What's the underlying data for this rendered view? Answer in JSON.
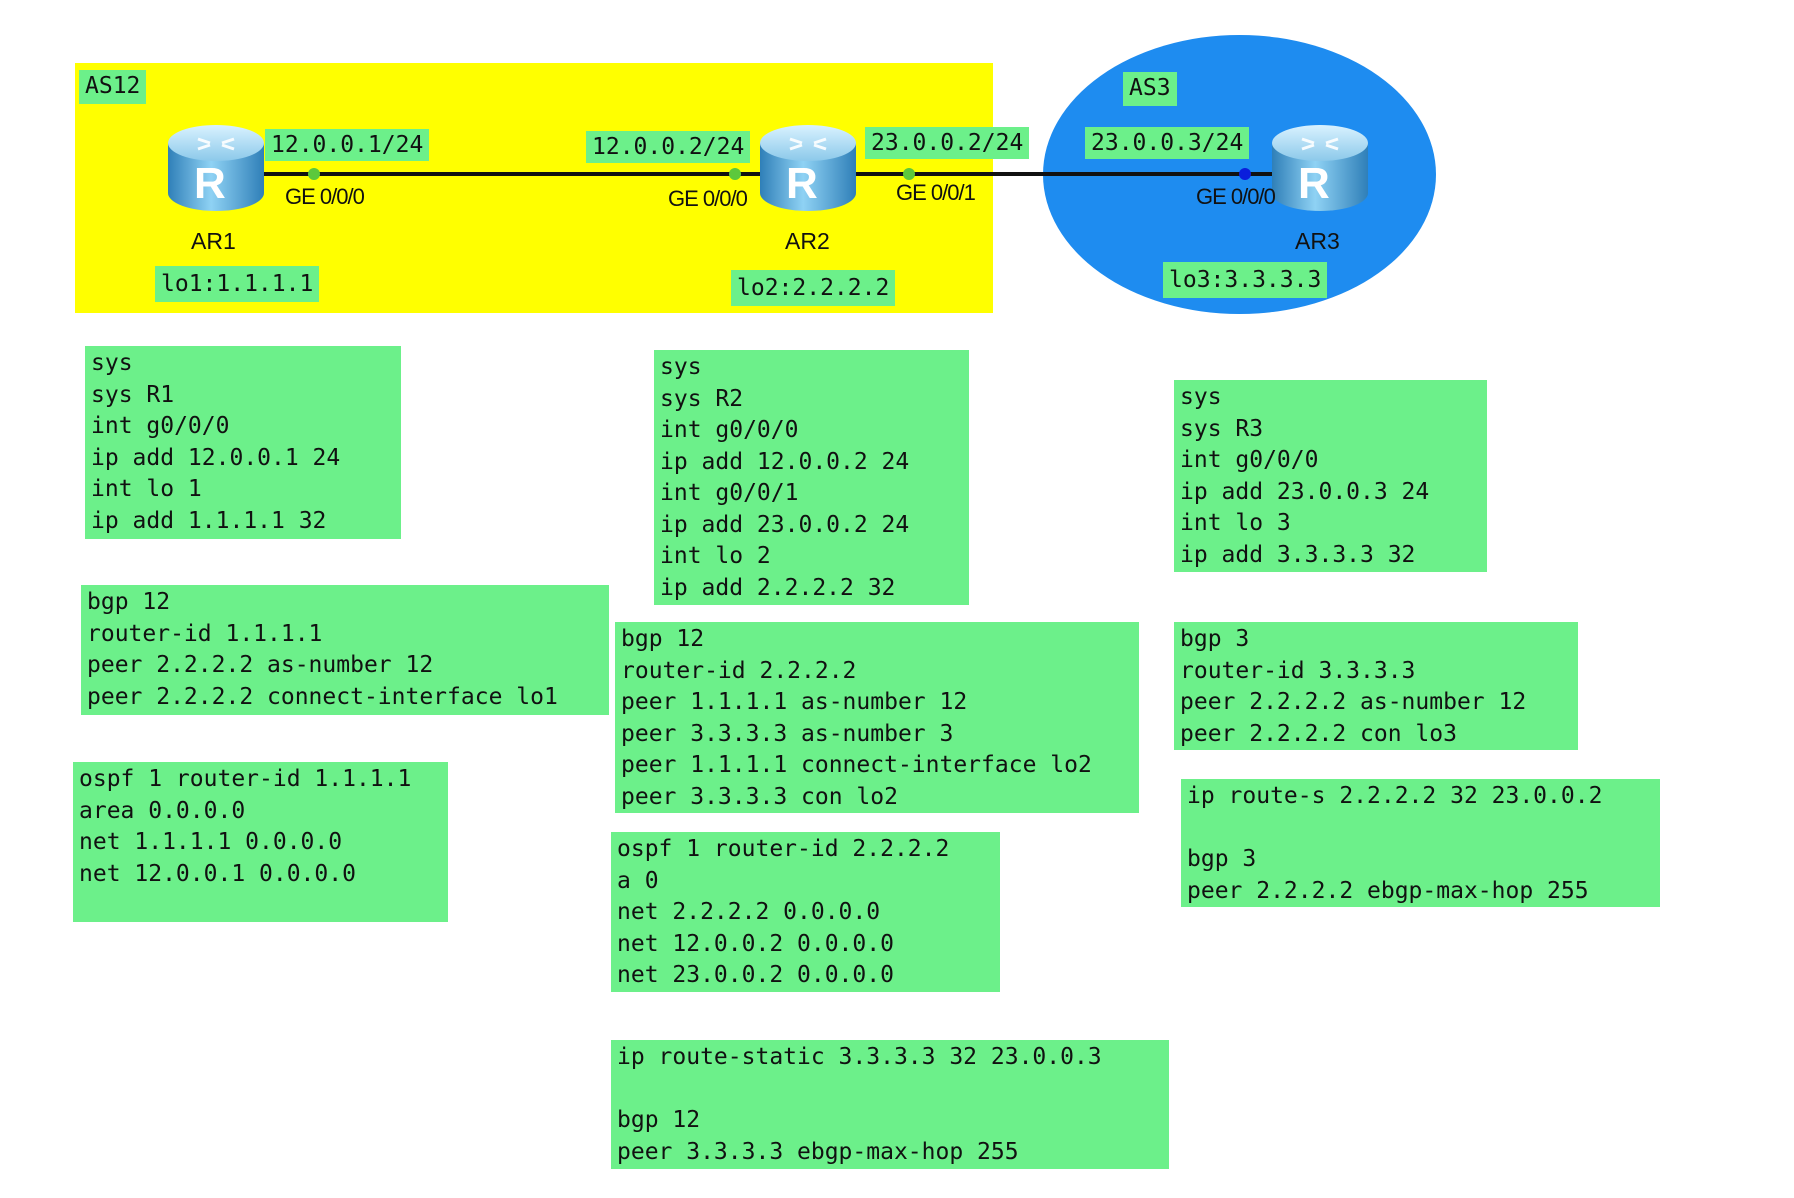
{
  "colors": {
    "zone_as12": "#ffff00",
    "zone_as3": "#1e8cf0",
    "note_green": "#6cf08a",
    "port_green": "#5cc83c",
    "port_blue": "#0a1edc"
  },
  "zones": {
    "as12": "AS12",
    "as3": "AS3"
  },
  "routers": {
    "ar1": {
      "name": "AR1",
      "icon": "router-icon",
      "glyph": "R"
    },
    "ar2": {
      "name": "AR2",
      "icon": "router-icon",
      "glyph": "R"
    },
    "ar3": {
      "name": "AR3",
      "icon": "router-icon",
      "glyph": "R"
    }
  },
  "ports": {
    "ar1_ge000": "GE 0/0/0",
    "ar2_ge000": "GE 0/0/0",
    "ar2_ge001": "GE 0/0/1",
    "ar3_ge000": "GE 0/0/0"
  },
  "addresses": {
    "ar1_ip": "12.0.0.1/24",
    "ar2_ip1": "12.0.0.2/24",
    "ar2_ip2": "23.0.0.2/24",
    "ar3_ip": "23.0.0.3/24"
  },
  "loopbacks": {
    "lo1": "lo1:1.1.1.1",
    "lo2": "lo2:2.2.2.2",
    "lo3": "lo3:3.3.3.3"
  },
  "notes": {
    "r1_sys": [
      "sys",
      "sys R1",
      "int g0/0/0",
      "ip add 12.0.0.1 24",
      "int lo 1",
      "ip add 1.1.1.1 32"
    ],
    "r1_bgp": [
      "bgp 12",
      "router-id 1.1.1.1",
      "peer 2.2.2.2 as-number 12",
      "peer 2.2.2.2 connect-interface lo1"
    ],
    "r1_ospf": [
      "ospf 1 router-id 1.1.1.1",
      "area 0.0.0.0",
      "net 1.1.1.1 0.0.0.0",
      "net 12.0.0.1 0.0.0.0"
    ],
    "r2_sys": [
      "sys",
      "sys R2",
      "int g0/0/0",
      "ip add 12.0.0.2 24",
      "int g0/0/1",
      "ip add 23.0.0.2 24",
      "int lo 2",
      "ip add 2.2.2.2 32"
    ],
    "r2_bgp": [
      "bgp 12",
      "router-id 2.2.2.2",
      "peer 1.1.1.1 as-number 12",
      "peer 3.3.3.3 as-number 3",
      "peer 1.1.1.1 connect-interface lo2",
      "peer 3.3.3.3 con lo2"
    ],
    "r2_ospf": [
      "ospf 1 router-id 2.2.2.2",
      "a 0",
      "net 2.2.2.2 0.0.0.0",
      "net 12.0.0.2 0.0.0.0",
      "net 23.0.0.2 0.0.0.0"
    ],
    "r2_static": [
      "ip route-static 3.3.3.3 32 23.0.0.3",
      "",
      "bgp 12",
      "peer 3.3.3.3 ebgp-max-hop 255"
    ],
    "r3_sys": [
      "sys",
      "sys R3",
      "int g0/0/0",
      "ip add 23.0.0.3 24",
      "int lo 3",
      "ip add 3.3.3.3 32"
    ],
    "r3_bgp": [
      "bgp 3",
      "router-id 3.3.3.3",
      "peer 2.2.2.2 as-number 12",
      "peer 2.2.2.2 con lo3"
    ],
    "r3_static": [
      "ip route-s 2.2.2.2 32 23.0.0.2",
      "",
      "bgp 3",
      "peer 2.2.2.2 ebgp-max-hop 255"
    ]
  }
}
